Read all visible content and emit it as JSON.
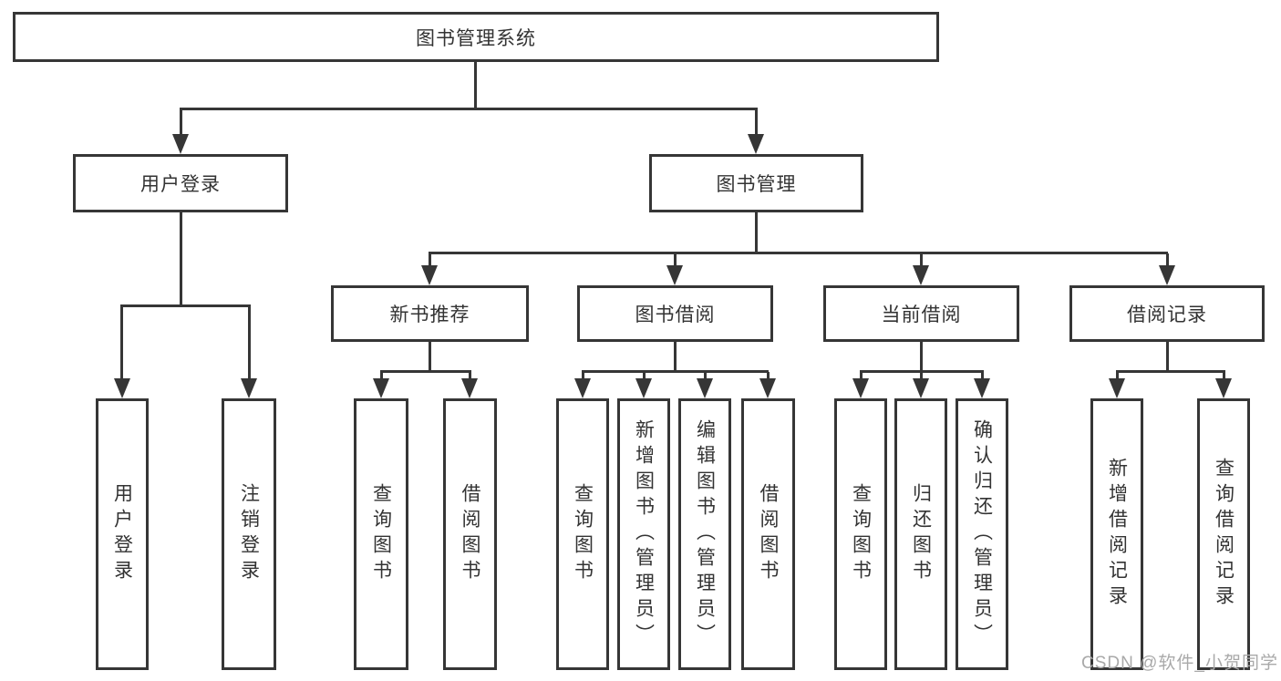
{
  "colors": {
    "line": "#363636",
    "text": "#333333",
    "watermark": "#a9a9a9",
    "background": "#ffffff"
  },
  "diagram": {
    "root": {
      "label": "图书管理系统"
    },
    "branches": [
      {
        "label": "用户登录",
        "leaves": [
          {
            "label": "用户登录"
          },
          {
            "label": "注销登录"
          }
        ]
      },
      {
        "label": "图书管理",
        "groups": [
          {
            "label": "新书推荐",
            "leaves": [
              {
                "label": "查询图书"
              },
              {
                "label": "借阅图书"
              }
            ]
          },
          {
            "label": "图书借阅",
            "leaves": [
              {
                "label": "查询图书"
              },
              {
                "label": "新增图书（管理员）"
              },
              {
                "label": "编辑图书（管理员）"
              },
              {
                "label": "借阅图书"
              }
            ]
          },
          {
            "label": "当前借阅",
            "leaves": [
              {
                "label": "查询图书"
              },
              {
                "label": "归还图书"
              },
              {
                "label": "确认归还（管理员）"
              }
            ]
          },
          {
            "label": "借阅记录",
            "leaves": [
              {
                "label": "新增借阅记录"
              },
              {
                "label": "查询借阅记录"
              }
            ]
          }
        ]
      }
    ]
  },
  "watermark": {
    "text": "CSDN @软件_小贺同学"
  }
}
